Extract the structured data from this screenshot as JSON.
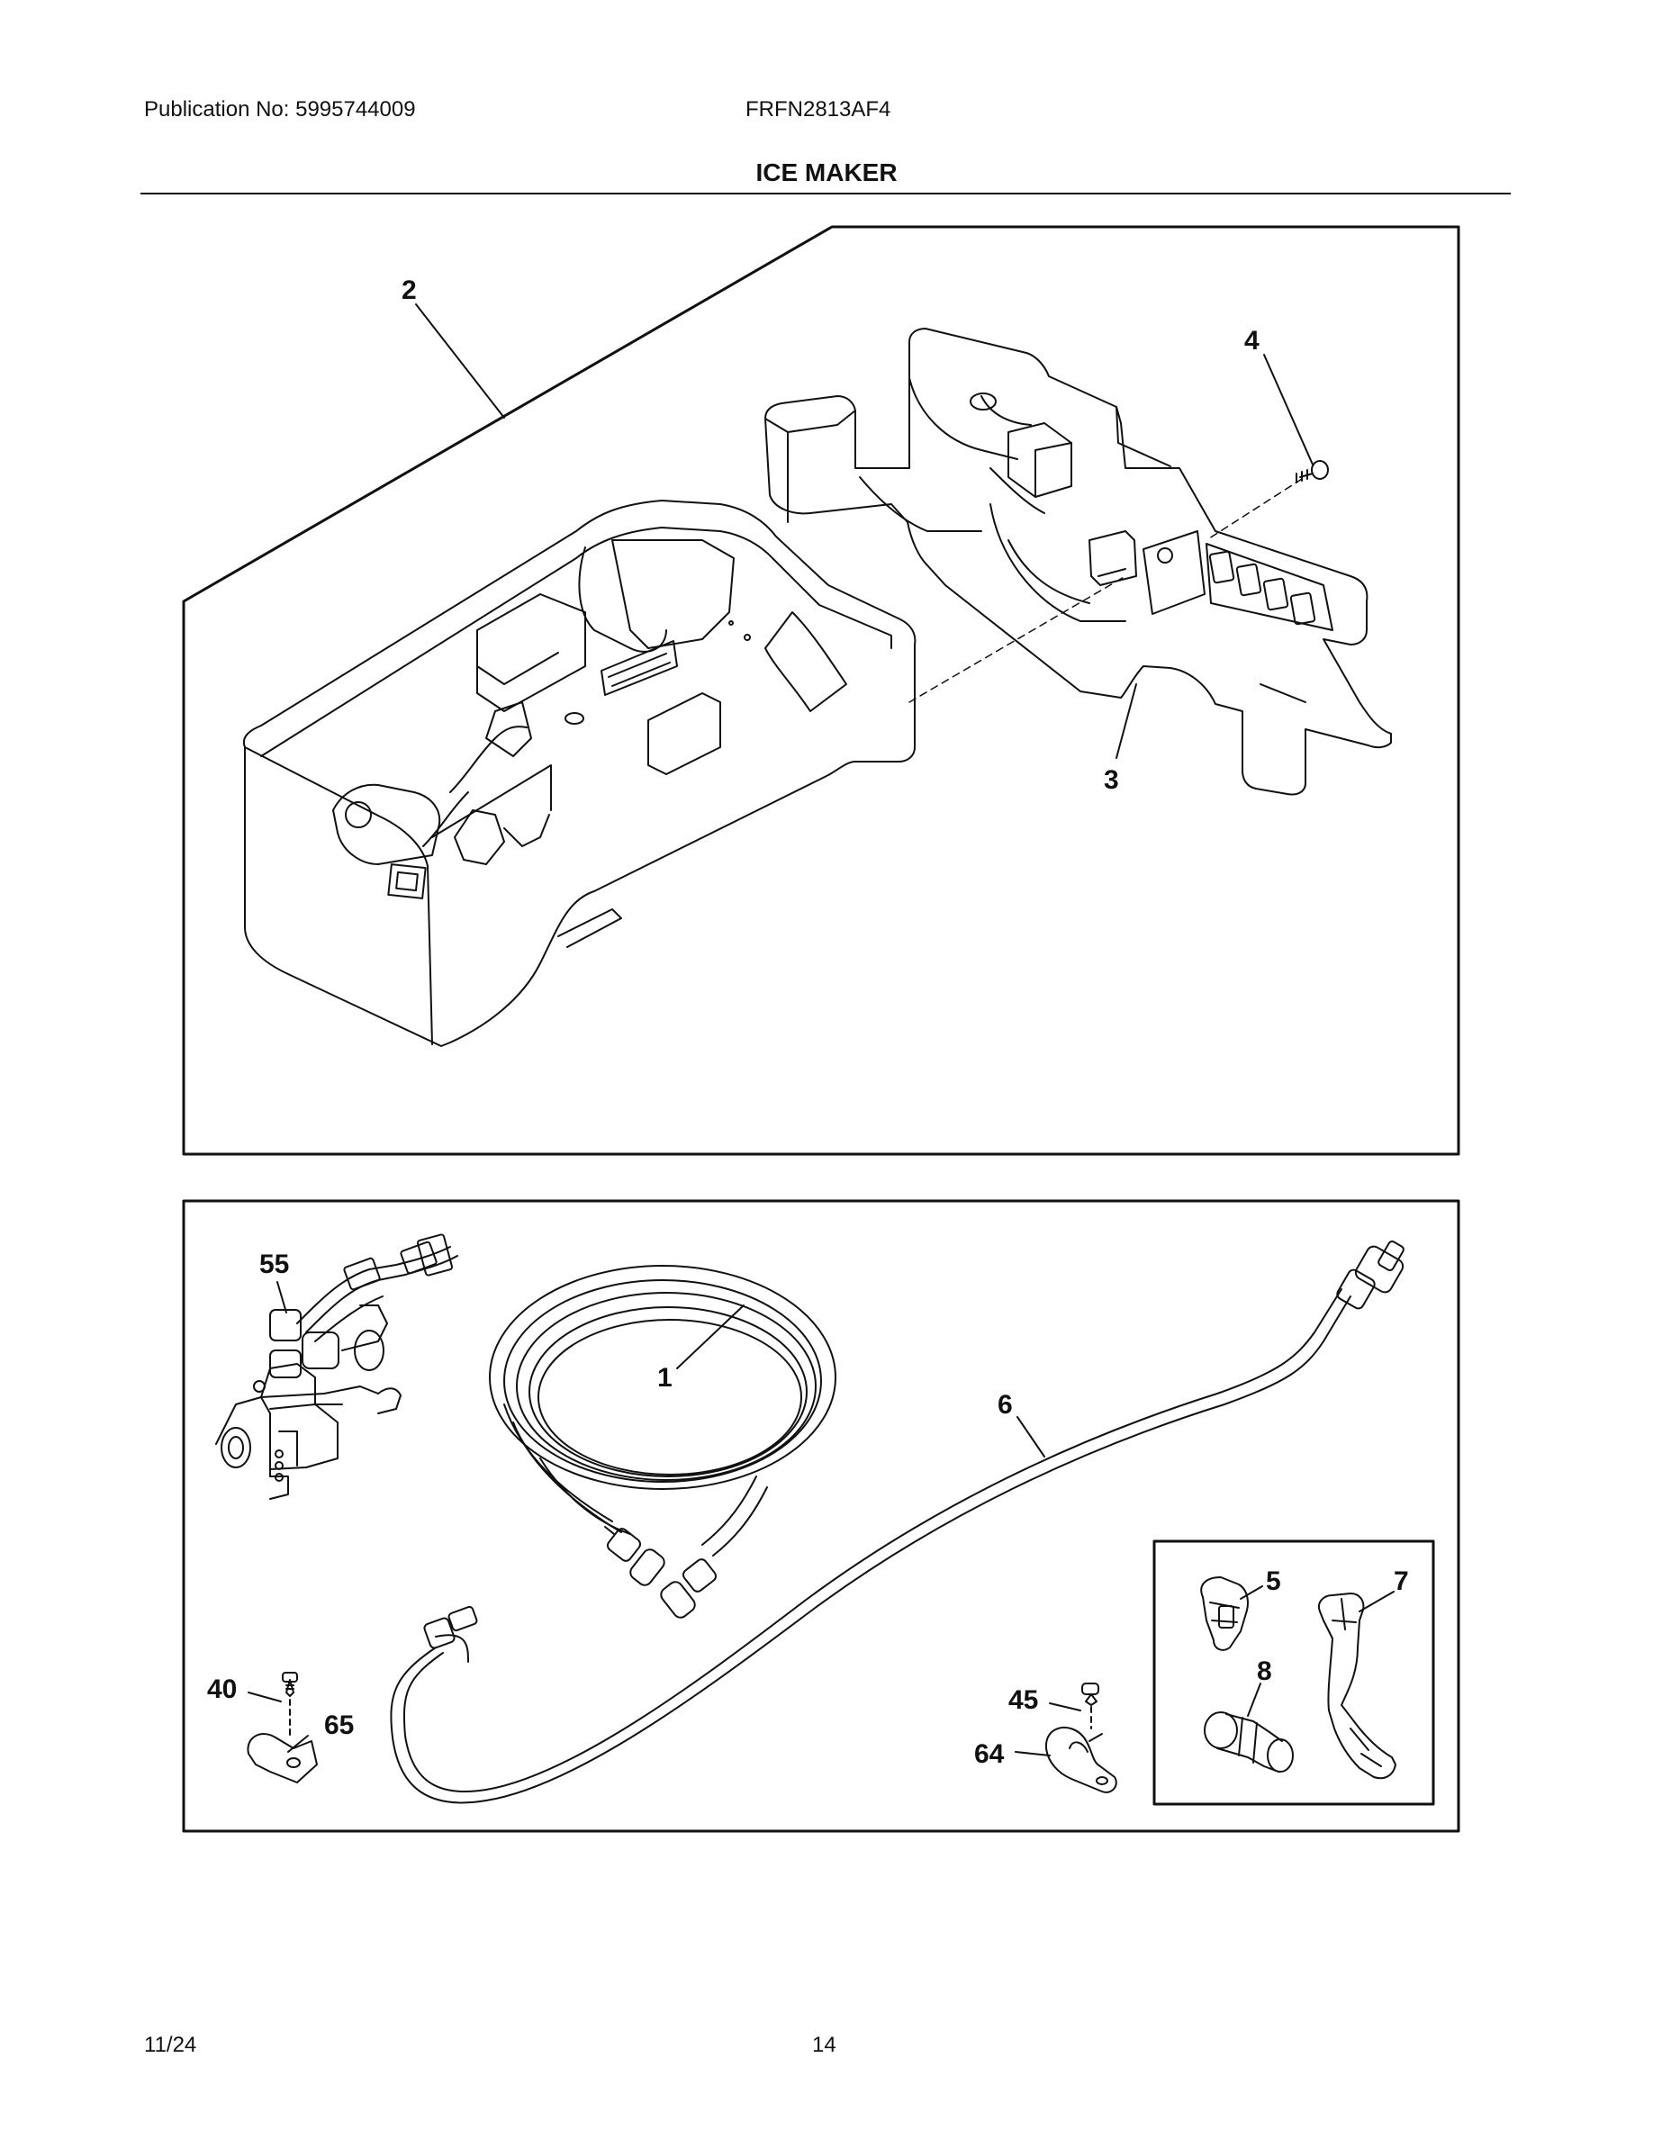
{
  "header": {
    "publication": "Publication No: 5995744009",
    "model": "FRFN2813AF4",
    "title": "ICE MAKER"
  },
  "callouts": {
    "c1": "1",
    "c2": "2",
    "c3": "3",
    "c4": "4",
    "c5": "5",
    "c6": "6",
    "c7": "7",
    "c8": "8",
    "c40": "40",
    "c45": "45",
    "c55": "55",
    "c64": "64",
    "c65": "65"
  },
  "footer": {
    "date": "11/24",
    "page": "14"
  }
}
